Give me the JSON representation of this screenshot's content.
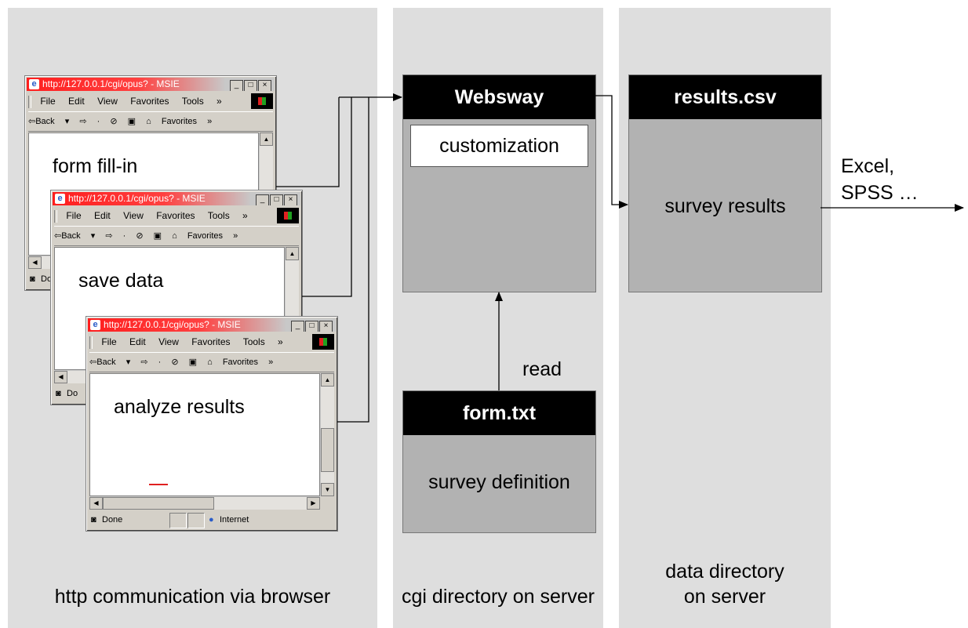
{
  "lanes": {
    "browser": "http communication via browser",
    "cgi": "cgi directory on server",
    "data": [
      "data directory",
      "on server"
    ]
  },
  "browser_window": {
    "title": "http://127.0.0.1/cgi/opus? - MSIE",
    "menu": [
      "File",
      "Edit",
      "View",
      "Favorites",
      "Tools",
      "»"
    ],
    "toolbar": [
      "⇦Back",
      "▾",
      "⇨",
      "·",
      "⊘",
      "▣",
      "⌂",
      "Favorites",
      "»"
    ],
    "status_done": "Done",
    "status_zone": "Internet",
    "status_truncated": "Do"
  },
  "windows": [
    {
      "label": "form fill-in"
    },
    {
      "label": "save data"
    },
    {
      "label": "analyze results"
    }
  ],
  "websway": {
    "title": "Websway",
    "inner": "customization"
  },
  "form_txt": {
    "title": "form.txt",
    "body": "survey definition"
  },
  "results_csv": {
    "title": "results.csv",
    "body": "survey results"
  },
  "arrows": {
    "read": "read",
    "export": [
      "Excel,",
      "SPSS …"
    ]
  }
}
